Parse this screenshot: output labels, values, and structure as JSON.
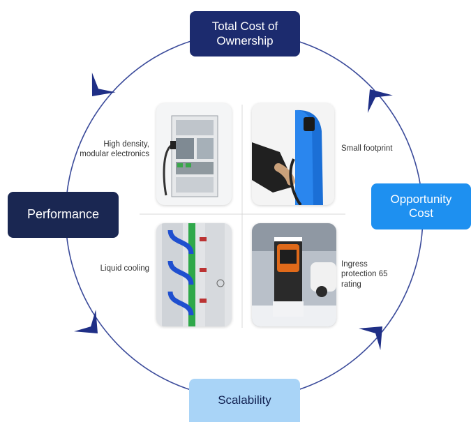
{
  "nodes": {
    "top": "Total Cost of Ownership",
    "right": "Opportunity Cost",
    "bottom": "Scalability",
    "left": "Performance"
  },
  "features": {
    "top_left": "High density, modular electronics",
    "top_right": "Small footprint",
    "bottom_left": "Liquid cooling",
    "bottom_right": "Ingress protection 65 rating"
  },
  "colors": {
    "navy": "#1c2b6e",
    "dark_navy": "#1a2752",
    "bright_blue": "#1e90f0",
    "light_blue": "#a9d4f7",
    "ring": "#3a4a9a",
    "arrow": "#1f2f86"
  },
  "icons": [
    "cycle-arrow-icon"
  ]
}
